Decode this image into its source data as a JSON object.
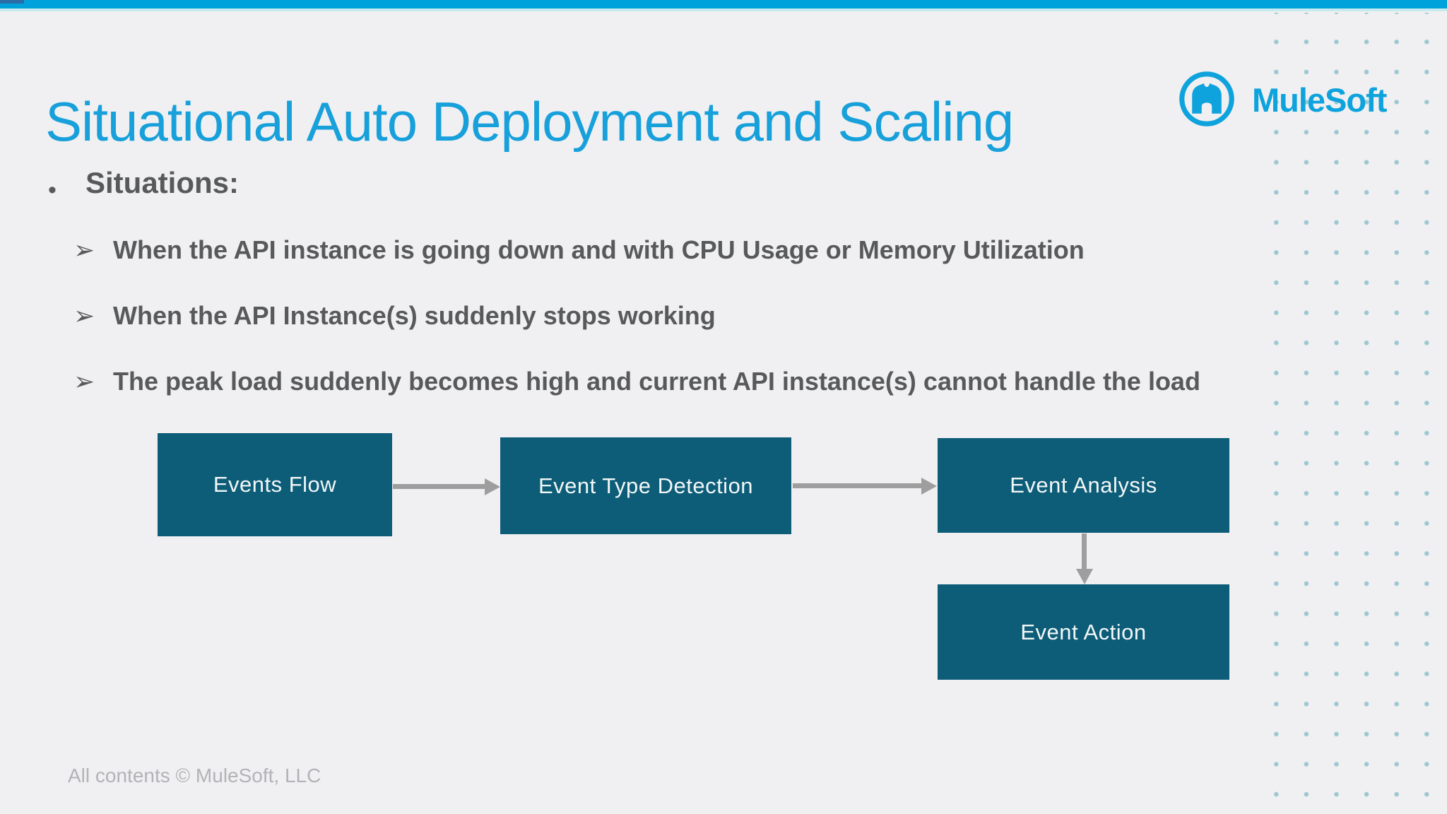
{
  "header": {
    "title": "Situational Auto Deployment and Scaling"
  },
  "logo": {
    "wordmark": "MuleSoft",
    "monogram_icon": "mule-m-in-circle"
  },
  "bullets": {
    "lead": {
      "marker": "•",
      "text": "Situations:"
    },
    "sub_marker": "➢",
    "sub": [
      "When the API instance is going down and with CPU Usage or Memory Utilization",
      "When the API Instance(s) suddenly stops working",
      "The peak load suddenly becomes high and current API instance(s) cannot handle the load"
    ]
  },
  "diagram": {
    "nodes": [
      {
        "label": "Events Flow"
      },
      {
        "label": "Event Type Detection"
      },
      {
        "label": "Event Analysis"
      },
      {
        "label": "Event Action"
      }
    ],
    "edges": [
      {
        "from": "Events Flow",
        "to": "Event Type Detection",
        "direction": "right"
      },
      {
        "from": "Event Type Detection",
        "to": "Event Analysis",
        "direction": "right"
      },
      {
        "from": "Event Analysis",
        "to": "Event Action",
        "direction": "down"
      }
    ]
  },
  "footer": {
    "copyright": "All contents © MuleSoft, LLC"
  },
  "colors": {
    "top_bar": "#00a2dc",
    "top_bar_underline": "#c6eaee",
    "title": "#18a0db",
    "body_text": "#58595b",
    "box_fill": "#0d5d78",
    "box_text": "#f2f7f8",
    "arrow": "#9e9e9e",
    "dots": "#8dbfcc",
    "footer_text": "#b3b2b6",
    "logo": "#0ea3dc",
    "background": "#f0f0f2"
  }
}
